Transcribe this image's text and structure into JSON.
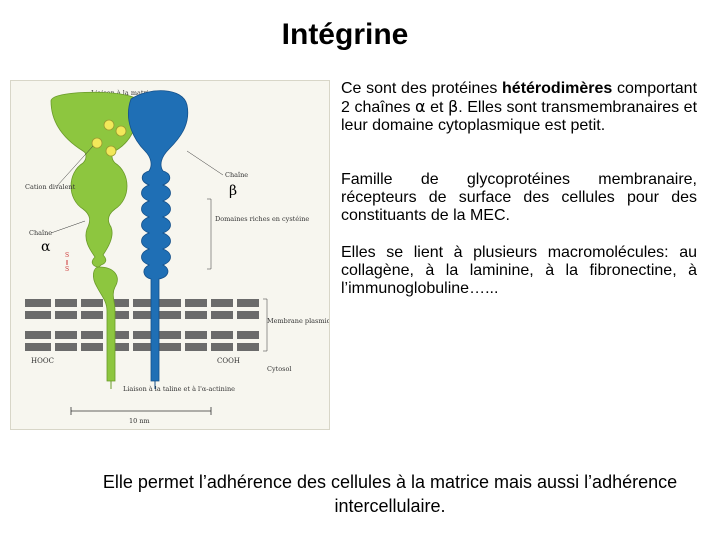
{
  "title": "Intégrine",
  "figure": {
    "label_top": "Liaison à la matrice",
    "label_cation": "Cation divalent",
    "label_chain_beta": "Chaîne",
    "label_chain_alpha": "Chaîne",
    "symbol_beta": "β",
    "symbol_alpha": "α",
    "label_domains": "Domaines riches en cystéine",
    "label_membrane": "Membrane plasmique",
    "label_cytosol": "Cytosol",
    "label_hooc": "HOOC",
    "label_cooh": "COOH",
    "label_bottom": "Liaison à la taline et à l'α-actinine",
    "label_scale": "10 nm",
    "label_s1": "S",
    "label_s2": "S",
    "colors": {
      "alpha": "#8dc63f",
      "beta": "#1f6fb5",
      "membrane": "#6b6b6b",
      "cation": "#f2e85a"
    }
  },
  "text": {
    "p1_part1": "Ce sont des protéines ",
    "p1_bold": "hétérodimères",
    "p1_part2": " comportant 2 chaînes ",
    "p1_alpha": "α",
    "p1_et": " et ",
    "p1_beta": "β",
    "p1_part3": ". Elles sont transmembranaires et leur domaine cytoplasmique est petit.",
    "p2": "Famille de glycoprotéines membranaire, récepteurs de surface des cellules pour des constituants de la MEC.",
    "p3": "Elles se lient à plusieurs macromolécules: au collagène, à la laminine, à la fibronectine, à l’immunoglobuline…...",
    "bottom": "Elle permet l’adhérence des cellules à la matrice mais aussi l’adhérence intercellulaire."
  }
}
